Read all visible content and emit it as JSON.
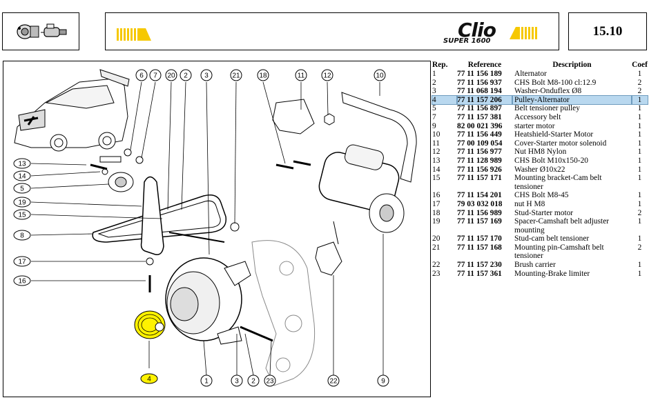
{
  "header": {
    "page_number": "15.10",
    "logo_text": "Clio",
    "logo_subtext": "SUPER 1600"
  },
  "colors": {
    "highlight_row": "#b9d8ef",
    "highlight_part": "#fff200",
    "banner_yellow": "#f6c800"
  },
  "diagram": {
    "callouts": [
      "6",
      "7",
      "20",
      "2",
      "3",
      "21",
      "18",
      "11",
      "12",
      "10",
      "13",
      "14",
      "5",
      "19",
      "15",
      "8",
      "17",
      "16",
      "4",
      "1",
      "3",
      "2",
      "23",
      "22",
      "9"
    ]
  },
  "parts_table": {
    "headers": {
      "rep": "Rep.",
      "reference": "Reference",
      "description": "Description",
      "coef": "Coef"
    },
    "rows": [
      {
        "rep": "1",
        "reference": "77 11 156 189",
        "description": "Alternator",
        "coef": "1"
      },
      {
        "rep": "2",
        "reference": "77 11 156 937",
        "description": "CHS Bolt M8-100 cl:12.9",
        "coef": "2"
      },
      {
        "rep": "3",
        "reference": "77 11 068 194",
        "description": "Washer-Onduflex Ø8",
        "coef": "2"
      },
      {
        "rep": "4",
        "reference": "77 11 157 206",
        "description": "Pulley-Alternator",
        "coef": "1"
      },
      {
        "rep": "5",
        "reference": "77 11 156 897",
        "description": "Belt tensioner pulley",
        "coef": "1"
      },
      {
        "rep": "7",
        "reference": "77 11 157 381",
        "description": "Accessory belt",
        "coef": "1"
      },
      {
        "rep": "9",
        "reference": "82 00 021 396",
        "description": "starter motor",
        "coef": "1"
      },
      {
        "rep": "10",
        "reference": "77 11 156 449",
        "description": "Heatshield-Starter Motor",
        "coef": "1"
      },
      {
        "rep": "11",
        "reference": "77 00 109 054",
        "description": "Cover-Starter motor solenoid",
        "coef": "1"
      },
      {
        "rep": "12",
        "reference": "77 11 156 977",
        "description": "Nut HM8 Nylon",
        "coef": "1"
      },
      {
        "rep": "13",
        "reference": "77 11 128 989",
        "description": "CHS Bolt M10x150-20",
        "coef": "1"
      },
      {
        "rep": "14",
        "reference": "77 11 156 926",
        "description": "Washer Ø10x22",
        "coef": "1"
      },
      {
        "rep": "15",
        "reference": "77 11 157 171",
        "description": "Mounting bracket-Cam belt tensioner",
        "coef": "1"
      },
      {
        "rep": "16",
        "reference": "77 11 154 201",
        "description": "CHS Bolt M8-45",
        "coef": "1"
      },
      {
        "rep": "17",
        "reference": "79 03 032 018",
        "description": "nut H M8",
        "coef": "1"
      },
      {
        "rep": "18",
        "reference": "77 11 156 989",
        "description": "Stud-Starter motor",
        "coef": "2"
      },
      {
        "rep": "19",
        "reference": "77 11 157 169",
        "description": "Spacer-Camshaft belt adjuster mounting",
        "coef": "1"
      },
      {
        "rep": "20",
        "reference": "77 11 157 170",
        "description": "Stud-cam belt tensioner",
        "coef": "1"
      },
      {
        "rep": "21",
        "reference": "77 11 157 168",
        "description": "Mounting pin-Camshaft belt tensioner",
        "coef": "2"
      },
      {
        "rep": "22",
        "reference": "77 11 157 230",
        "description": "Brush carrier",
        "coef": "1"
      },
      {
        "rep": "23",
        "reference": "77 11 157 361",
        "description": "Mounting-Brake limiter",
        "coef": "1"
      }
    ],
    "highlighted_rep": "4"
  }
}
